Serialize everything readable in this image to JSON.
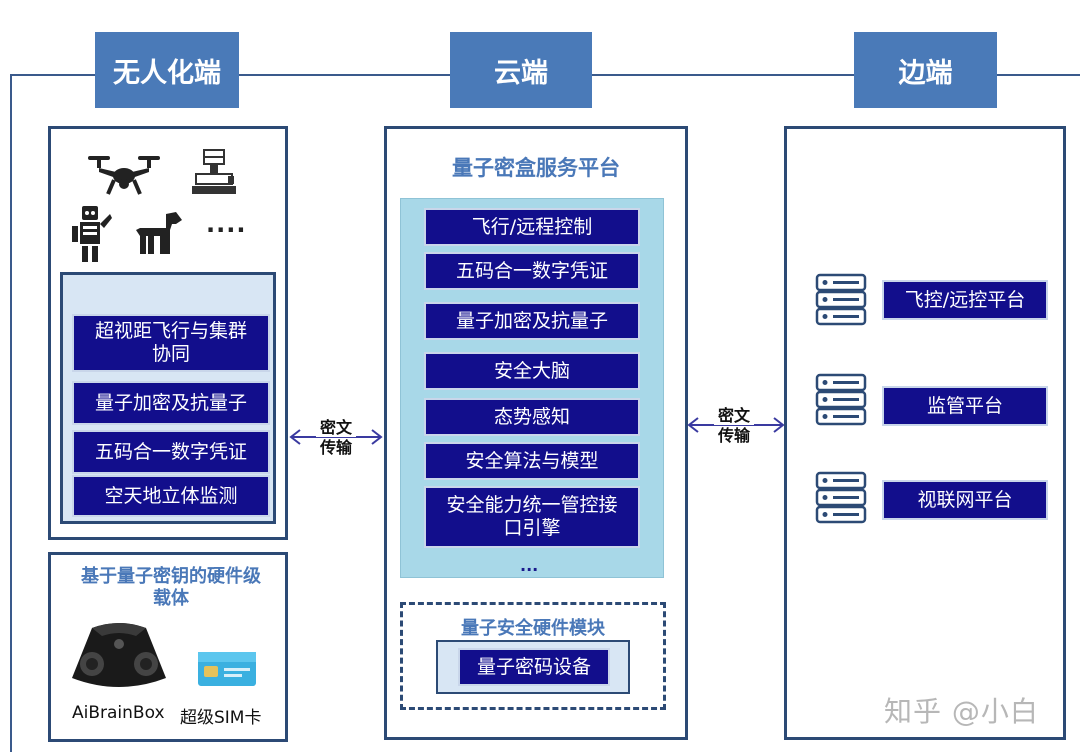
{
  "headers": {
    "unmanned": "无人化端",
    "cloud": "云端",
    "edge": "边端"
  },
  "left": {
    "devices_more": "....",
    "capabilities": [
      "超视距飞行与集群协同",
      "量子加密及抗量子",
      "五码合一数字凭证",
      "空天地立体监测"
    ],
    "hardware_title": "基于量子密钥的硬件级载体",
    "hardware_items": [
      "AiBrainBox",
      "超级SIM卡"
    ]
  },
  "middle": {
    "platform_title": "量子密盒服务平台",
    "services": [
      "飞行/远程控制",
      "五码合一数字凭证",
      "量子加密及抗量子",
      "安全大脑",
      "态势感知",
      "安全算法与模型",
      "安全能力统一管控接口引擎"
    ],
    "more": "...",
    "module_title": "量子安全硬件模块",
    "module_item": "量子密码设备"
  },
  "right": {
    "platforms": [
      "飞控/远控平台",
      "监管平台",
      "视联网平台"
    ]
  },
  "arrows": {
    "left_line1": "密文",
    "left_line2": "传输",
    "right_line1": "密文",
    "right_line2": "传输"
  },
  "watermark": "知乎 @小白",
  "colors": {
    "header_blue": "#4a7ab8",
    "button_navy": "#120e8c",
    "panel_cyan": "#a8d8e8",
    "border_dark": "#2c4a75"
  }
}
